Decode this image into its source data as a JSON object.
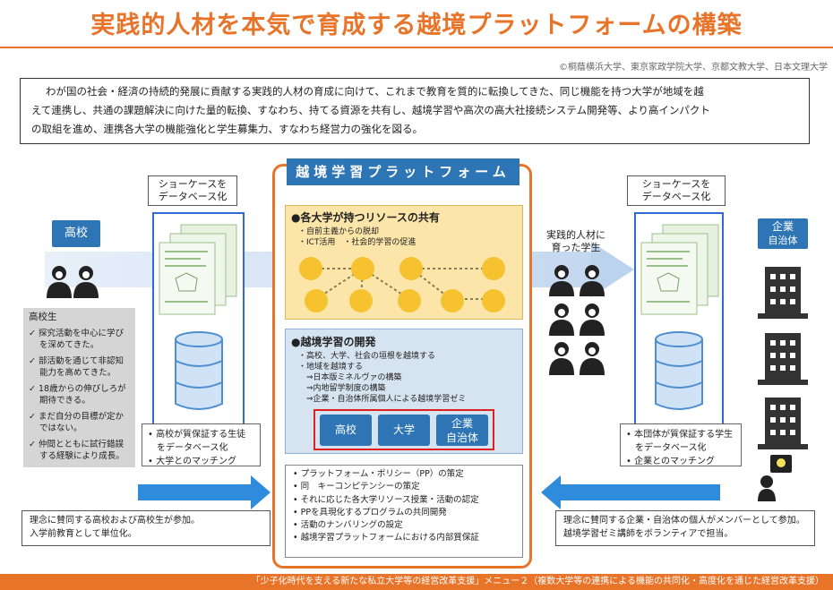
{
  "header": {
    "title": "実践的人材を本気で育成する越境プラットフォームの構築",
    "credit": "©桐蔭横浜大学、東京家政学院大学、京都文教大学、日本文理大学"
  },
  "summary_lines": [
    "わが国の社会・経済の持続的発展に貢献する実践的人材の育成に向けて、これまで教育を質的に転換してきた、同じ機能を持つ大学が地域を越",
    "えて連携し、共通の課題解決に向けた量的転換、すなわち、持てる資源を共有し、越境学習や高次の高大社接続システム開発等、より高インパクト",
    "の取組を進め、連携各大学の機能強化と学生募集力、すなわち経営力の強化を図る。"
  ],
  "left": {
    "showcase_caption": [
      "ショーケースを",
      "データベース化"
    ],
    "highschool_label": "高校",
    "student_box": {
      "heading": "高校生",
      "items": [
        "探究活動を中心に学びを深めてきた。",
        "部活動を通じて非認知能力を高めてきた。",
        "18歳からの伸びしろが期待できる。",
        "まだ自分の目標が定かではない。",
        "仲間とともに試行錯誤する経験により成長。"
      ]
    },
    "db_bullets": [
      "高校が質保証する生徒をデータベース化",
      "大学とのマッチング"
    ],
    "note": [
      "理念に賛同する高校および高校生が参加。",
      "入学前教育として単位化。"
    ]
  },
  "center": {
    "banner": "越境学習プラットフォーム",
    "resources": {
      "title": "●各大学が持つリソースの共有",
      "lines": [
        "・自前主義からの脱却",
        "・ICT活用　・社会的学習の促進"
      ]
    },
    "development": {
      "title": "●越境学習の開発",
      "lines": [
        "・高校、大学、社会の垣根を越境する",
        "・地域を越境する",
        "　⇒日本版ミネルヴァの構築",
        "　⇒内地留学制度の構築",
        "　⇒企業・自治体所属個人による越境学習ゼミ"
      ],
      "buttons": [
        "高校",
        "大学"
      ],
      "button3": [
        "企業",
        "自治体"
      ]
    },
    "policies": [
      "プラットフォーム・ポリシー（PP）の策定",
      "同　キーコンピテンシーの策定",
      "それに応じた各大学リソース授業・活動の認定",
      "PPを具現化するプログラムの共同開発",
      "活動のナンバリングの設定",
      "越境学習プラットフォームにおける内部質保証"
    ]
  },
  "right": {
    "grown_caption": [
      "実践的人材に",
      "育った学生"
    ],
    "showcase_caption": [
      "ショーケースを",
      "データベース化"
    ],
    "company_label": [
      "企業",
      "自治体"
    ],
    "db_bullets": [
      "本団体が質保証する学生をデータベース化",
      "企業とのマッチング"
    ],
    "note": [
      "理念に賛同する企業・自治体の個人がメンバーとして参加。",
      "越境学習ゼミ講師をボランティアで担当。"
    ]
  },
  "footer": "「少子化時代を支える新たな私立大学等の経営改革支援」メニュー２（複数大学等の連携による機能の共同化・高度化を通じた経営改革支援）",
  "colors": {
    "accent": "#e8742a",
    "blue": "#2e75b6",
    "db_blue": "#2f6cd1",
    "resource_bg": "#fbe5a8",
    "dev_bg": "#d6e4f2"
  }
}
